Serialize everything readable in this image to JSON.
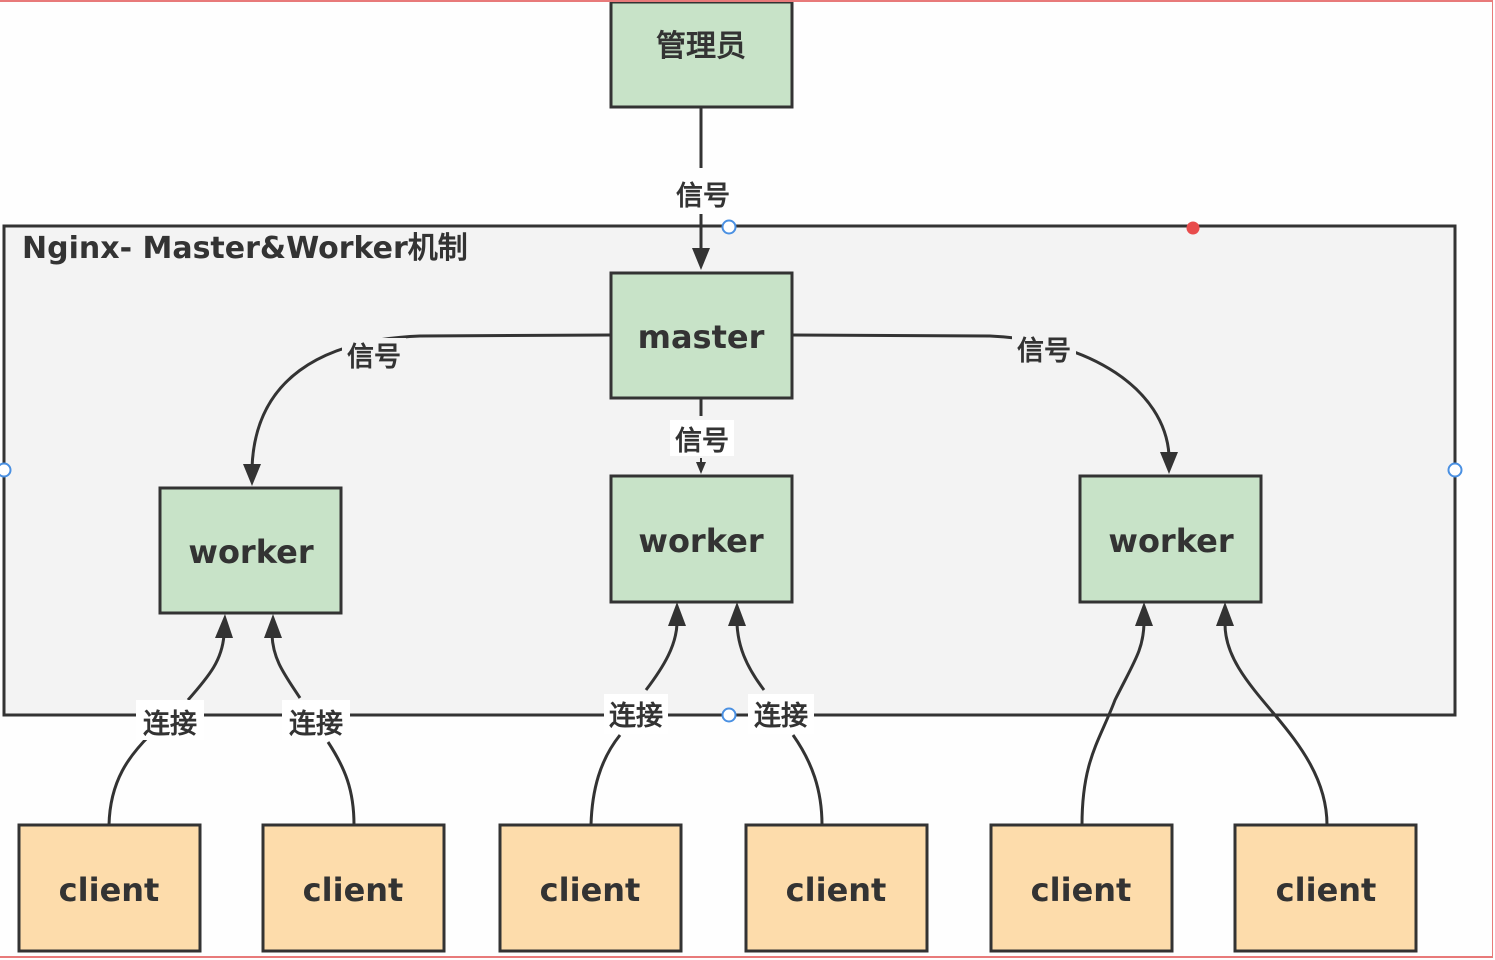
{
  "diagram": {
    "container": {
      "title": "Nginx- Master&Worker机制"
    },
    "nodes": {
      "admin": {
        "label": "管理员"
      },
      "master": {
        "label": "master"
      },
      "workers": [
        {
          "label": "worker"
        },
        {
          "label": "worker"
        },
        {
          "label": "worker"
        }
      ],
      "clients": [
        {
          "label": "client"
        },
        {
          "label": "client"
        },
        {
          "label": "client"
        },
        {
          "label": "client"
        },
        {
          "label": "client"
        },
        {
          "label": "client"
        }
      ]
    },
    "edges": {
      "admin_to_master": {
        "label": "信号"
      },
      "master_to_worker_left": {
        "label": "信号"
      },
      "master_to_worker_center": {
        "label": "信号"
      },
      "master_to_worker_right": {
        "label": "信号"
      },
      "connections": [
        {
          "label": "连接"
        },
        {
          "label": "连接"
        },
        {
          "label": "连接"
        },
        {
          "label": "连接"
        },
        {
          "label": ""
        },
        {
          "label": ""
        }
      ]
    },
    "colors": {
      "process_fill": "#c8e3c8",
      "client_fill": "#fddcab",
      "container_fill": "#f3f3f3",
      "stroke": "#333333",
      "selection_handle": "#4a90e2",
      "selection_dot": "#e84c4c"
    }
  }
}
